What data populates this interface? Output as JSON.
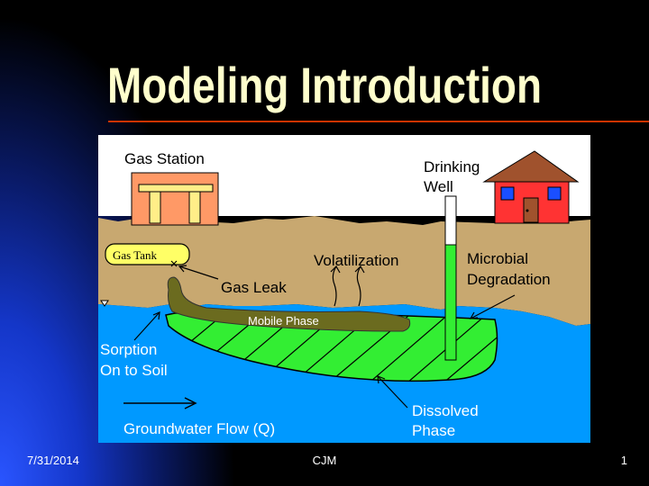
{
  "slide": {
    "title": "Modeling Introduction",
    "footer": {
      "date": "7/31/2014",
      "center": "CJM",
      "page": "1"
    }
  },
  "diagram": {
    "labels": {
      "gas_station": "Gas Station",
      "drinking_well_1": "Drinking",
      "drinking_well_2": "Well",
      "gas_tank": "Gas Tank",
      "volatilization": "Volatilization",
      "microbial_1": "Microbial",
      "microbial_2": "Degradation",
      "gas_leak": "Gas Leak",
      "mobile_phase": "Mobile Phase",
      "sorption_1": "Sorption",
      "sorption_2": "On to Soil",
      "dissolved_1": "Dissolved",
      "dissolved_2": "Phase",
      "groundwater_flow": "Groundwater Flow (Q)"
    },
    "colors": {
      "sky": "#ffffff",
      "soil": "#c8a870",
      "water": "#0099ff",
      "plume": "#33ee33",
      "mobile_phase": "#6b6b1f",
      "station": "#ff9966",
      "house": "#ff3333",
      "roof": "#a0522d",
      "window": "#1a4fff",
      "tank": "#ffff66",
      "title": "#ffffcc",
      "title_rule": "#cc3300"
    }
  }
}
